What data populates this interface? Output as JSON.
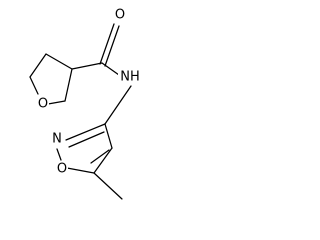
{
  "molecule": {
    "atoms": {
      "carbonyl_oxygen": "O",
      "amide_nitrogen": "NH",
      "thf_oxygen": "O",
      "isoxazole_nitrogen": "N",
      "isoxazole_oxygen": "O"
    }
  }
}
